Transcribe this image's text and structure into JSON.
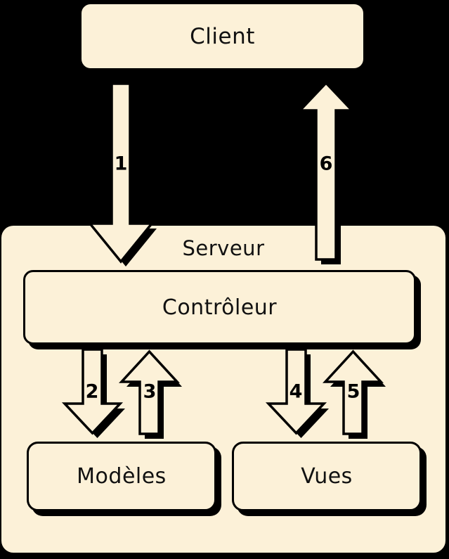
{
  "diagram": {
    "type": "architecture-flow",
    "colors": {
      "background": "#000000",
      "shape_fill": "#FCF1D8",
      "outline": "#000000",
      "text": "#111111"
    },
    "nodes": {
      "client": {
        "label": "Client"
      },
      "server": {
        "label": "Serveur"
      },
      "controller": {
        "label": "Contrôleur"
      },
      "models": {
        "label": "Modèles"
      },
      "views": {
        "label": "Vues"
      }
    },
    "flows": [
      {
        "label": "1",
        "direction": "down",
        "from": "Client",
        "to": "Contrôleur"
      },
      {
        "label": "2",
        "direction": "down",
        "from": "Contrôleur",
        "to": "Modèles"
      },
      {
        "label": "3",
        "direction": "up",
        "from": "Modèles",
        "to": "Contrôleur"
      },
      {
        "label": "4",
        "direction": "down",
        "from": "Contrôleur",
        "to": "Vues"
      },
      {
        "label": "5",
        "direction": "up",
        "from": "Vues",
        "to": "Contrôleur"
      },
      {
        "label": "6",
        "direction": "up",
        "from": "Contrôleur",
        "to": "Client"
      }
    ]
  }
}
